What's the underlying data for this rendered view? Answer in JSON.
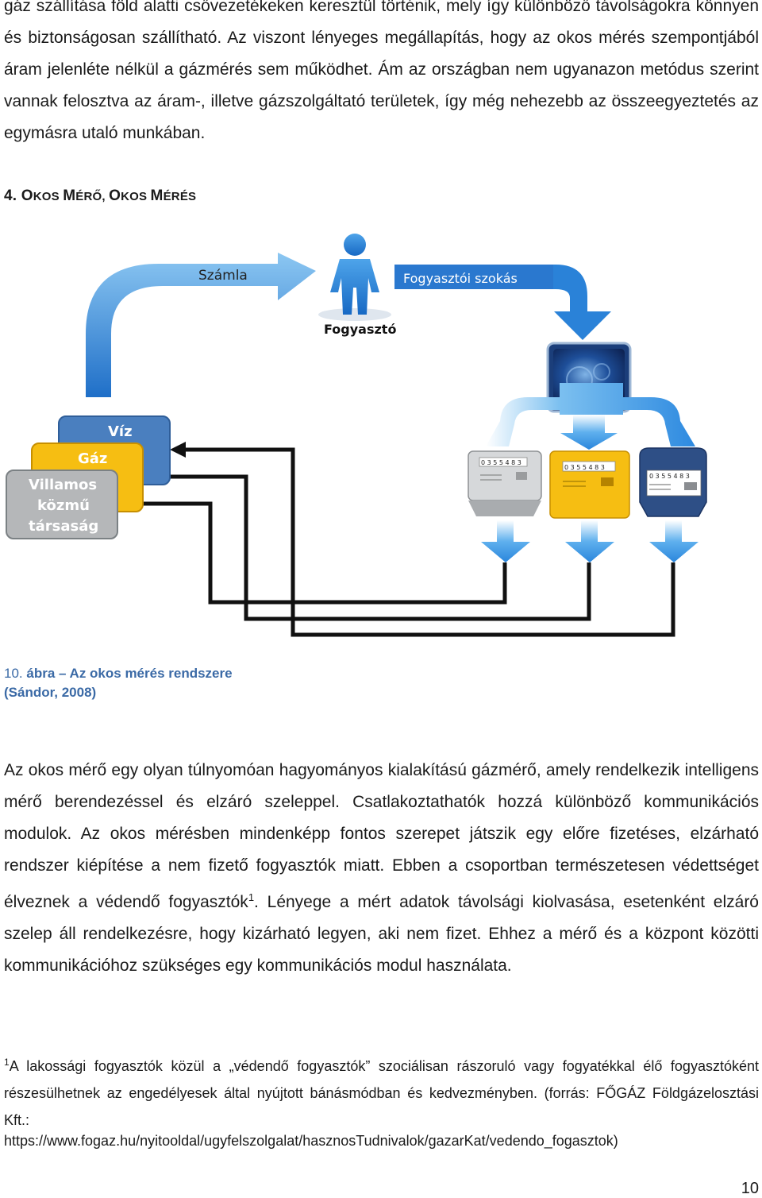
{
  "top_paragraph": "gáz szállítása föld alatti csővezetékeken keresztül történik, mely így különböző távolságokra könnyen és biztonságosan szállítható. Az viszont lényeges megállapítás, hogy az okos mérés szempontjából áram jelenléte nélkül a gázmérés sem működhet. Ám az országban nem ugyanazon metódus szerint vannak felosztva az áram-, illetve gázszolgáltató területek, így még nehezebb az összeegyeztetés az egymásra utaló munkában.",
  "section": {
    "number": "4.",
    "title_a_cap": "O",
    "title_a_rest": "KOS ",
    "title_b_cap": "M",
    "title_b_rest": "ÉRŐ, ",
    "title_c_cap": "O",
    "title_c_rest": "KOS ",
    "title_d_cap": "M",
    "title_d_rest": "ÉRÉS"
  },
  "figure": {
    "label_bill": "Számla",
    "label_consumer": "Fogyasztó",
    "label_habits": "Fogyasztói szokás",
    "label_water": "Víz",
    "label_gas": "Gáz",
    "label_electric_1": "Villamos",
    "label_electric_2": "közmű",
    "label_electric_3": "társaság",
    "meter_reading": "0 3 5 5 4 8 3",
    "colors": {
      "blue": "#3c8fd8",
      "gas_yellow": "#f6be12",
      "water_blue": "#4a7fbf",
      "gray": "#b5b7b9",
      "dark_blue": "#2e4f86"
    }
  },
  "caption": {
    "number": "10.",
    "text": " ábra – Az okos mérés rendszere",
    "source": "(Sándor, 2008)"
  },
  "main_paragraph_a": "Az okos mérő egy olyan túlnyomóan hagyományos kialakítású gázmérő, amely rendelkezik intelligens mérő berendezéssel és elzáró szeleppel. Csatlakoztathatók hozzá különböző kommunikációs modulok. Az okos mérésben mindenképp fontos szerepet játszik egy előre fizetéses, elzárható rendszer kiépítése a nem fizető fogyasztók miatt. Ebben a csoportban természetesen védettséget élveznek a védendő fogyasztók",
  "main_paragraph_sup": "1",
  "main_paragraph_b": ". Lényege a mért adatok távolsági kiolvasása, esetenként elzáró szelep áll rendelkezésre, hogy kizárható legyen, aki nem fizet. Ehhez a mérő és a központ közötti kommunikációhoz szükséges egy kommunikációs modul használata.",
  "footnote": {
    "marker": "1",
    "text": "A lakossági fogyasztók közül a „védendő fogyasztók” szociálisan rászoruló vagy fogyatékkal élő fogyasztóként részesülhetnek az engedélyesek által nyújtott bánásmódban és kedvezményben. (forrás: FŐGÁZ Földgázelosztási Kft.:",
    "url": "https://www.fogaz.hu/nyitooldal/ugyfelszolgalat/hasznosTudnivalok/gazarKat/vedendo_fogasztok)"
  },
  "page_number": "10"
}
